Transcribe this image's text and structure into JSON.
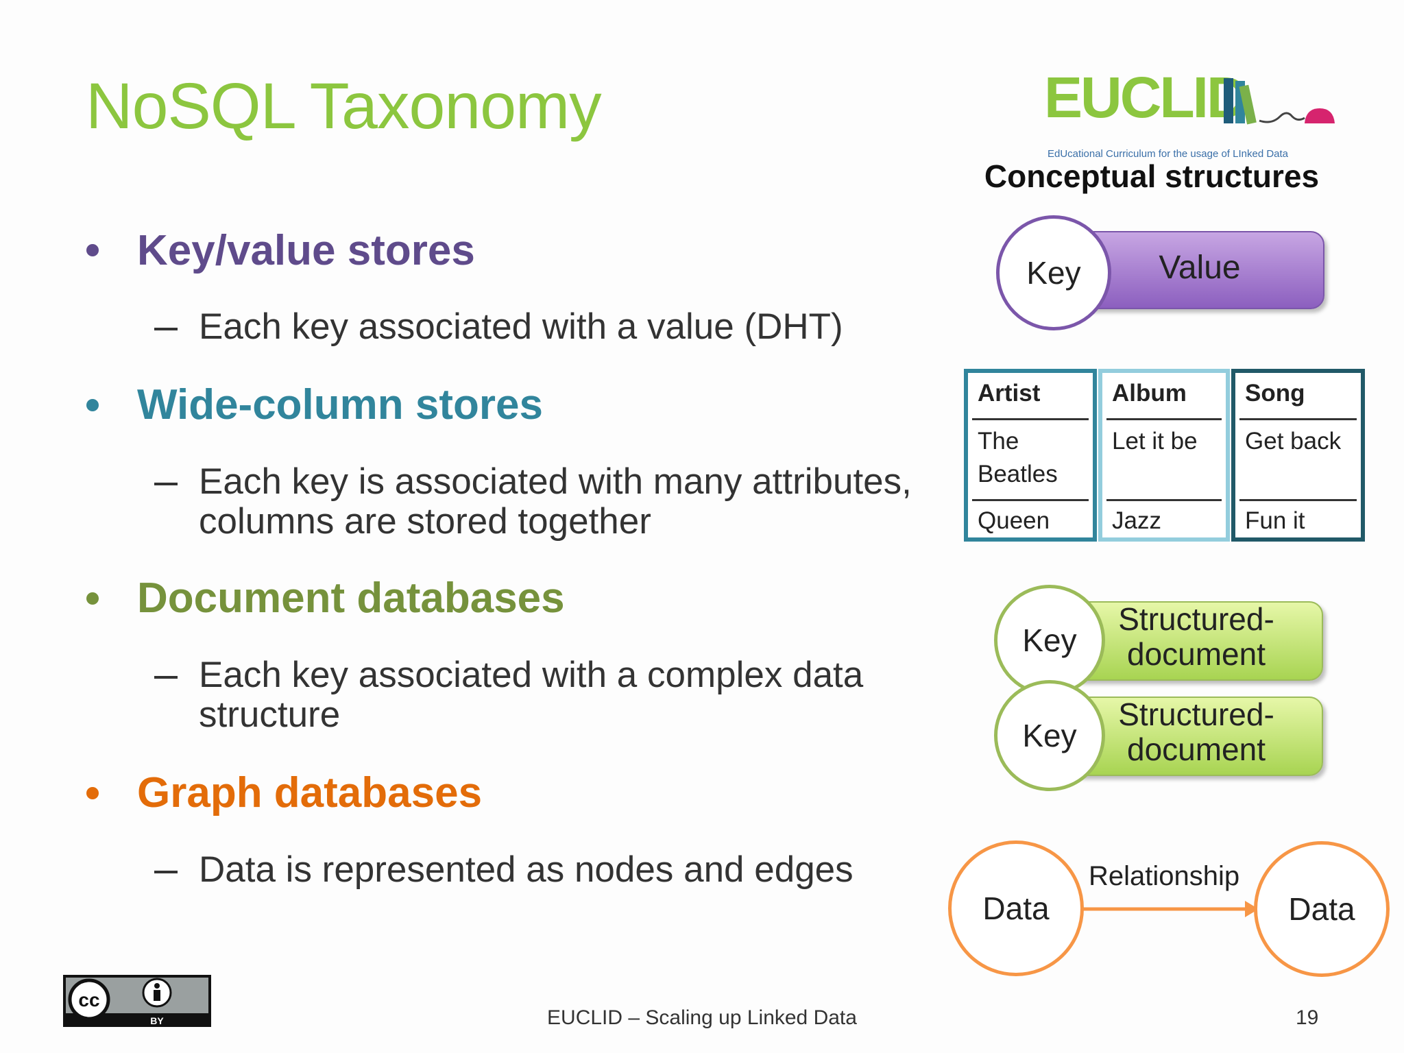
{
  "slide": {
    "title": "NoSQL Taxonomy",
    "bullets": [
      {
        "heading": "Key/value stores",
        "color": "#5f4b8b",
        "sub": [
          "Each key associated with a value (DHT)"
        ]
      },
      {
        "heading": "Wide-column stores",
        "color": "#31859c",
        "sub": [
          "Each key is associated with many attributes,",
          "columns are stored together"
        ]
      },
      {
        "heading": "Document databases",
        "color": "#76923c",
        "sub": [
          "Each key associated with a complex data",
          "structure"
        ]
      },
      {
        "heading": "Graph databases",
        "color": "#e36c09",
        "sub": [
          "Data is represented as nodes and edges"
        ]
      }
    ],
    "logo": {
      "text": "EUCLID",
      "tagline": "EdUcational Curriculum for the usage of LInked Data"
    },
    "conceptual_heading": "Conceptual structures",
    "key_value": {
      "key": "Key",
      "value": "Value"
    },
    "wide_table": {
      "columns": [
        {
          "header": "Artist",
          "cells": [
            "The Beatles",
            "Queen"
          ]
        },
        {
          "header": "Album",
          "cells": [
            "Let it be",
            "Jazz"
          ]
        },
        {
          "header": "Song",
          "cells": [
            "Get back",
            "Fun it"
          ]
        }
      ],
      "the_beatles_line1": "The",
      "the_beatles_line2": "Beatles"
    },
    "documents": [
      {
        "key": "Key",
        "value_line1": "Structured-",
        "value_line2": "document"
      },
      {
        "key": "Key",
        "value_line1": "Structured-",
        "value_line2": "document"
      }
    ],
    "graph": {
      "node_left": "Data",
      "edge": "Relationship",
      "node_right": "Data"
    },
    "footer": "EUCLID – Scaling up Linked Data",
    "page_number": "19",
    "license_icon": "cc-by-icon"
  }
}
